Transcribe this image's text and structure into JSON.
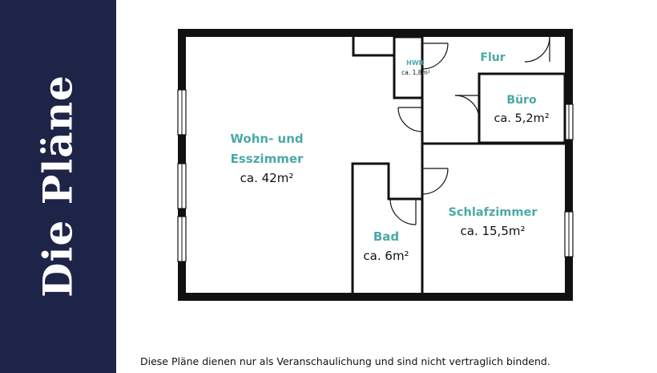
{
  "sidebar": {
    "title": "Die Pläne"
  },
  "floorplan": {
    "rooms": {
      "wohnen": {
        "name_line1": "Wohn- und",
        "name_line2": "Esszimmer",
        "area": "ca. 42m²"
      },
      "hwr": {
        "name": "HWR",
        "area": "ca. 1,8m²"
      },
      "flur": {
        "name": "Flur"
      },
      "buero": {
        "name": "Büro",
        "area": "ca. 5,2m²"
      },
      "schlafzimmer": {
        "name": "Schlafzimmer",
        "area": "ca. 15,5m²"
      },
      "bad": {
        "name": "Bad",
        "area": "ca. 6m²"
      }
    },
    "colors": {
      "room_label": "#4aa9a6",
      "wall": "#111111",
      "sidebar": "#1e2448"
    }
  },
  "footer": {
    "disclaimer": "Diese Pläne dienen nur als Veranschaulichung und sind nicht vertraglich bindend."
  }
}
